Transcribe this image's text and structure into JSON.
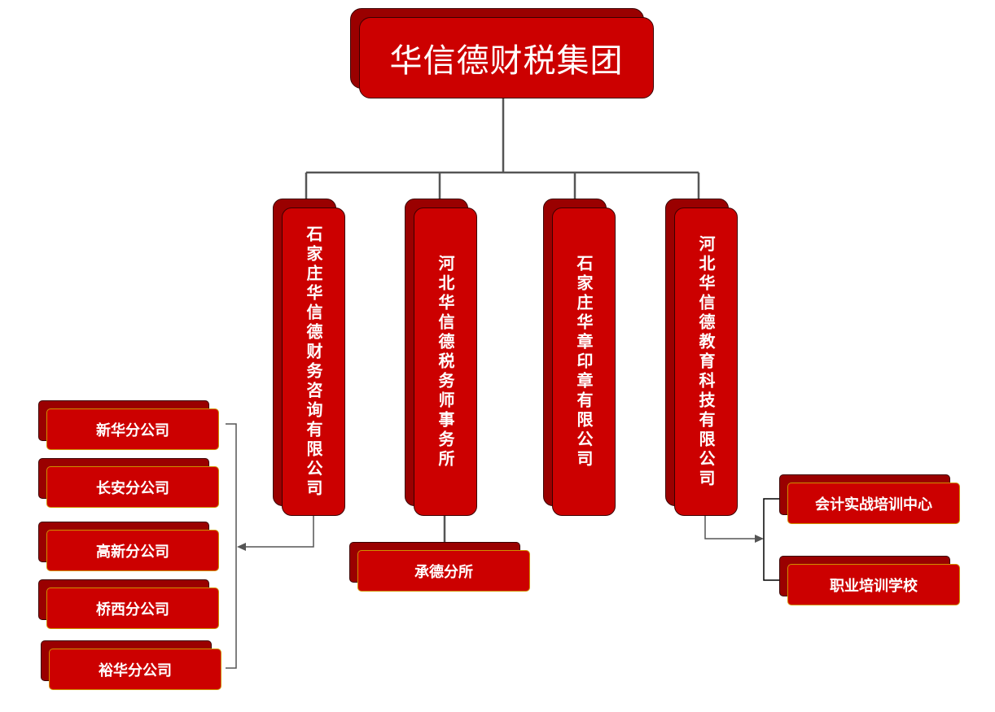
{
  "root": {
    "title": "华信德财税集团"
  },
  "companies": [
    {
      "name": "石家庄华信德财务咨询有限公司"
    },
    {
      "name": "河北华信德税务师事务所"
    },
    {
      "name": "石家庄华章印章有限公司"
    },
    {
      "name": "河北华信德教育科技有限公司"
    }
  ],
  "branches_consulting": [
    {
      "name": "新华分公司"
    },
    {
      "name": "长安分公司"
    },
    {
      "name": "高新分公司"
    },
    {
      "name": "桥西分公司"
    },
    {
      "name": "裕华分公司"
    }
  ],
  "branches_tax": [
    {
      "name": "承德分所"
    }
  ],
  "units_education": [
    {
      "name": "会计实战培训中心"
    },
    {
      "name": "职业培训学校"
    }
  ],
  "colors": {
    "box_fill": "#cc0000",
    "box_shadow": "#9a0000",
    "connector": "#555555",
    "text": "#ffffff"
  }
}
